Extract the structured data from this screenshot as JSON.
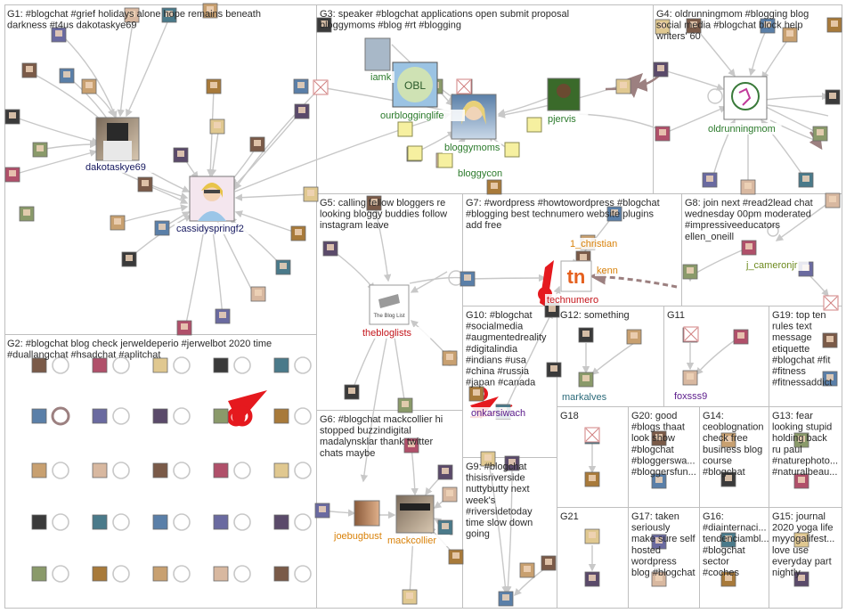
{
  "colors": {
    "edge": "#c8c8c8",
    "edge_dark": "#9c8080",
    "box": "#bfbfbf",
    "red": "#e5191e",
    "label_navy": "#15185f",
    "label_green": "#2b7a2b",
    "label_olive": "#6d8a1e",
    "label_red": "#c4161c",
    "label_purple": "#5a1a8a",
    "label_orange": "#d9820a",
    "label_teal": "#2b6a7a"
  },
  "groups": [
    {
      "id": "G1",
      "lines": [
        "G1: #blogchat #grief holidays alone hope remains beneath",
        "darkness #t4us dakotaskye69"
      ]
    },
    {
      "id": "G2",
      "lines": [
        "G2: #blogchat blog check jerweldeperio #jerwelbot 2020 time",
        "#duallangchat #hsadchat #aplitchat"
      ]
    },
    {
      "id": "G3",
      "lines": [
        "G3: speaker #blogchat applications open submit proposal",
        "bloggymoms #blog #rt #blogging"
      ]
    },
    {
      "id": "G4",
      "lines": [
        "G4: oldrunningmom #blogging blog",
        "social media #blogchat block help",
        "writers' 60"
      ]
    },
    {
      "id": "G5",
      "lines": [
        "G5: calling fellow bloggers re",
        "looking bloggy buddies follow",
        "instagram leave"
      ]
    },
    {
      "id": "G6",
      "lines": [
        "G6: #blogchat mackcollier hi",
        "stopped buzzindigital",
        "madalynsklar thank twitter",
        "chats maybe"
      ]
    },
    {
      "id": "G7",
      "lines": [
        "G7: #wordpress #howtowordpress #blogchat",
        "#blogging best technumero website plugins",
        "add free"
      ]
    },
    {
      "id": "G8",
      "lines": [
        "G8: join next #read2lead chat",
        "wednesday 00pm moderated",
        "#impressiveeducators",
        "ellen_oneill"
      ]
    },
    {
      "id": "G9",
      "lines": [
        "G9: #blogchat",
        "thisisriverside",
        "nuttybutty next",
        "week's",
        "#riversidetoday",
        "time slow down",
        "going"
      ]
    },
    {
      "id": "G10",
      "lines": [
        "G10: #blogchat",
        "#socialmedia",
        "#augmentedreality",
        "#digitalindia",
        "#indians #usa",
        "#china #russia",
        "#japan #canada"
      ]
    },
    {
      "id": "G11",
      "lines": [
        "G11"
      ]
    },
    {
      "id": "G12",
      "lines": [
        "G12: something"
      ]
    },
    {
      "id": "G13",
      "lines": [
        "G13: fear",
        "looking stupid",
        "holding back",
        "ru paul",
        "#naturephoto...",
        "#naturalbeau..."
      ]
    },
    {
      "id": "G14",
      "lines": [
        "G14:",
        "ceoblognation",
        "check free",
        "business blog",
        "course",
        "#blogchat"
      ]
    },
    {
      "id": "G15",
      "lines": [
        "G15: journal",
        "2020 yoga life",
        "myyogalifest...",
        "love use",
        "everyday part",
        "nightly"
      ]
    },
    {
      "id": "G16",
      "lines": [
        "G16:",
        "#diainternaci...",
        "tendenciambl...",
        "#blogchat",
        "sector",
        "#coches"
      ]
    },
    {
      "id": "G17",
      "lines": [
        "G17: taken",
        "seriously",
        "make sure self",
        "hosted",
        "wordpress",
        "blog #blogchat"
      ]
    },
    {
      "id": "G18",
      "lines": [
        "G18"
      ]
    },
    {
      "id": "G19",
      "lines": [
        "G19: top ten",
        "rules text",
        "message",
        "etiquette",
        "#blogchat #fit",
        "#fitness",
        "#fitnessaddict"
      ]
    },
    {
      "id": "G20",
      "lines": [
        "G20: good",
        "#blogs thaat",
        "look show",
        "#blogchat",
        "#bloggerswa...",
        "#bloggersfun..."
      ]
    },
    {
      "id": "G21",
      "lines": [
        "G21"
      ]
    }
  ],
  "labels": [
    {
      "id": "dakotaskye69",
      "text": "dakotaskye69",
      "color": "label_navy"
    },
    {
      "id": "cassidyspringf2",
      "text": "cassidyspringf2",
      "color": "label_navy"
    },
    {
      "id": "iamk",
      "text": "iamk",
      "color": "label_green"
    },
    {
      "id": "ourblogginglife",
      "text": "ourblogginglife",
      "color": "label_green"
    },
    {
      "id": "pjervis",
      "text": "pjervis",
      "color": "label_green"
    },
    {
      "id": "bloggymoms",
      "text": "bloggymoms",
      "color": "label_green"
    },
    {
      "id": "bloggycon",
      "text": "bloggycon",
      "color": "label_green"
    },
    {
      "id": "oldrunningmom",
      "text": "oldrunningmom",
      "color": "label_green"
    },
    {
      "id": "j_cameronjr",
      "text": "j_cameronjr",
      "color": "label_olive"
    },
    {
      "id": "theblogists",
      "text": "thebloglists",
      "color": "label_red"
    },
    {
      "id": "christian",
      "text": "1_christian",
      "color": "label_orange"
    },
    {
      "id": "kenn",
      "text": "kenn",
      "color": "label_orange"
    },
    {
      "id": "technumero",
      "text": "technumero",
      "color": "label_red"
    },
    {
      "id": "markalves",
      "text": "markalves",
      "color": "label_teal"
    },
    {
      "id": "foxsss9",
      "text": "foxsss9",
      "color": "label_purple"
    },
    {
      "id": "onkarsiwach",
      "text": "onkarsiwach",
      "color": "label_purple"
    },
    {
      "id": "joebugbust",
      "text": "joebugbust",
      "color": "label_orange"
    },
    {
      "id": "mackcollier",
      "text": "mackcollier",
      "color": "label_orange"
    }
  ]
}
